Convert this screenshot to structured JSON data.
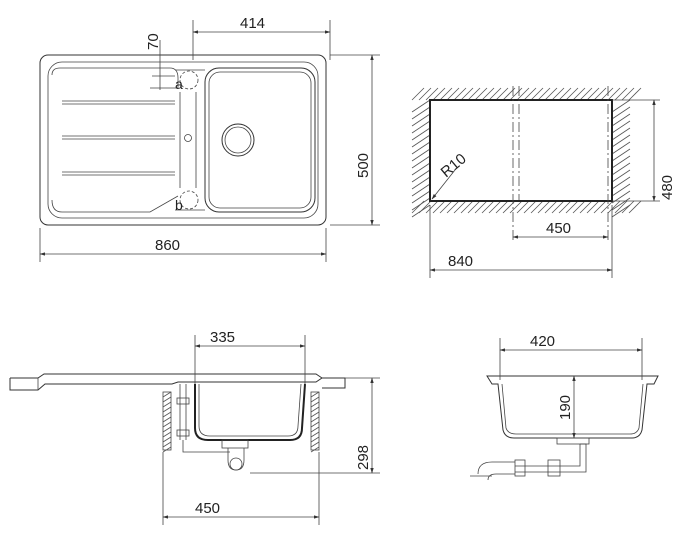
{
  "top_view": {
    "dim_width": "860",
    "dim_height": "500",
    "dim_bowl_width": "414",
    "dim_offset": "70",
    "label_a": "a",
    "label_b": "b"
  },
  "cutout": {
    "dim_width": "840",
    "dim_height": "480",
    "dim_inner": "450",
    "radius": "R10"
  },
  "side_view": {
    "dim_bowl_width": "335",
    "dim_depth": "298",
    "dim_cabinet": "450"
  },
  "front_view": {
    "dim_width": "420",
    "dim_depth": "190"
  },
  "colors": {
    "line": "#333333",
    "text": "#222222",
    "background": "#ffffff"
  }
}
